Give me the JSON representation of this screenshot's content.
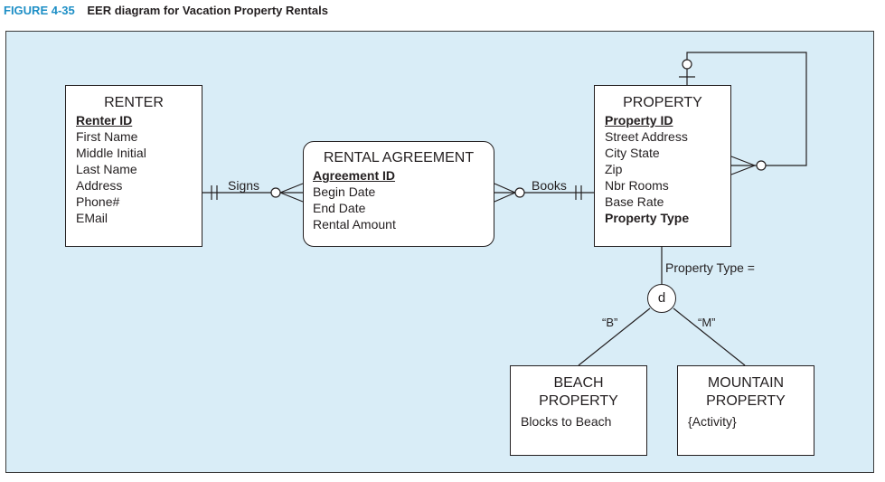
{
  "figure": {
    "number": "FIGURE 4-35",
    "title": "EER diagram for Vacation Property Rentals"
  },
  "entities": {
    "renter": {
      "name": "RENTER",
      "key": "Renter ID",
      "attributes": [
        "First Name",
        "Middle Initial",
        "Last Name",
        "Address",
        "Phone#",
        "EMail"
      ]
    },
    "rental_agreement": {
      "name": "RENTAL AGREEMENT",
      "key": "Agreement ID",
      "attributes": [
        "Begin Date",
        "End Date",
        "Rental Amount"
      ]
    },
    "property": {
      "name": "PROPERTY",
      "key": "Property ID",
      "attributes": [
        "Street Address",
        "City State",
        "Zip",
        "Nbr Rooms",
        "Base Rate"
      ],
      "discriminator": "Property Type"
    },
    "beach_property": {
      "name_line1": "BEACH",
      "name_line2": "PROPERTY",
      "attributes": [
        "Blocks to Beach"
      ]
    },
    "mountain_property": {
      "name_line1": "MOUNTAIN",
      "name_line2": "PROPERTY",
      "attributes": [
        "{Activity}"
      ]
    }
  },
  "relationships": {
    "signs": "Signs",
    "books": "Books"
  },
  "specialization": {
    "discriminator_label": "Property Type =",
    "constraint": "d",
    "beach_value": "“B”",
    "mountain_value": "“M”"
  },
  "colors": {
    "figure_number": "#1e8fc6",
    "panel_background": "#d9edf7",
    "line": "#231f20"
  }
}
